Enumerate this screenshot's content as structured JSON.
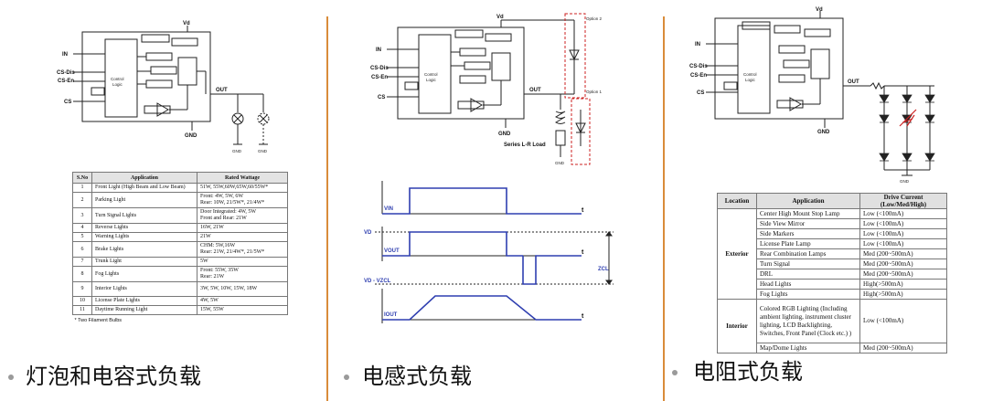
{
  "panel1": {
    "schematic": {
      "vd": "Vd",
      "in": "IN",
      "csdis": "CS-Dis",
      "csen": "CS-En",
      "cs": "CS",
      "out": "OUT",
      "gnd": "GND",
      "gnd2": "GND",
      "gnd3": "GND",
      "logic1": "Control",
      "logic2": "Logic"
    },
    "table": {
      "headers": [
        "S.No",
        "Application",
        "Rated Wattage"
      ],
      "rows": [
        {
          "n": "1",
          "app": "Front Light (High Beam and Low Beam)",
          "w": "51W, 55W,60W,65W,60/55W*"
        },
        {
          "n": "2",
          "app": "Parking Light",
          "w": "Front: 4W, 5W, 6W",
          "w2": "Rear:   10W, 21/5W*, 21/4W*"
        },
        {
          "n": "3",
          "app": "Turn Signal Lights",
          "w": "Door Integrated: 4W, 5W",
          "w2": "Front and Rear: 21W"
        },
        {
          "n": "4",
          "app": "Reverse Lights",
          "w": "16W, 21W"
        },
        {
          "n": "5",
          "app": "Warning Lights",
          "w": "21W"
        },
        {
          "n": "6",
          "app": "Brake Lights",
          "w": "CHM: 5W,16W",
          "w2": "Rear: 21W, 21/4W*, 21/5W*"
        },
        {
          "n": "7",
          "app": "Trunk Light",
          "w": "5W"
        },
        {
          "n": "8",
          "app": "Fog Lights",
          "w": "Front: 55W, 35W",
          "w2": "Rear:  21W"
        },
        {
          "n": "9",
          "app": "Interior Lights",
          "w": "3W, 5W, 10W, 15W, 18W"
        },
        {
          "n": "10",
          "app": "License Plate Lights",
          "w": "4W, 5W"
        },
        {
          "n": "11",
          "app": "Daytime Running Light",
          "w": "15W, 55W"
        }
      ],
      "note": "* Two Filament Bulbs"
    },
    "caption": "灯泡和电容式负载"
  },
  "panel2": {
    "schematic": {
      "vd": "Vd",
      "in": "IN",
      "csdis": "CS-Dis",
      "csen": "CS-En",
      "cs": "CS",
      "out": "OUT",
      "gnd": "GND",
      "gnd2": "GND",
      "logic1": "Control",
      "logic2": "Logic",
      "option2": "Option 2",
      "option1": "Option 1",
      "load": "Series L-R Load"
    },
    "waveform": {
      "vin": "VIN",
      "vd": "VD",
      "vout": "VOUT",
      "vclamp": "VD - VZCL",
      "zcl": "ZCL",
      "iout": "IOUT",
      "t1": "t",
      "t2": "t",
      "t3": "t"
    },
    "caption": "电感式负载"
  },
  "panel3": {
    "schematic": {
      "vd": "Vd",
      "in": "IN",
      "csdis": "CS-Dis",
      "csen": "CS-En",
      "cs": "CS",
      "out": "OUT",
      "gnd": "GND",
      "gnd2": "GND",
      "logic1": "Control",
      "logic2": "Logic"
    },
    "table": {
      "headers": [
        "Location",
        "Application",
        "Drive Current (Low/Med/High)"
      ],
      "exterior_label": "Exterior",
      "interior_label": "Interior",
      "exterior": [
        {
          "app": "Center High Mount Stop Lamp",
          "d": "Low (<100mA)"
        },
        {
          "app": "Side View Mirror",
          "d": "Low (<100mA)"
        },
        {
          "app": "Side Markers",
          "d": "Low (<100mA)"
        },
        {
          "app": "License Plate Lamp",
          "d": "Low (<100mA)"
        },
        {
          "app": "Rear Combination Lamps",
          "d": "Med (200~500mA)"
        },
        {
          "app": "Turn Signal",
          "d": "Med (200~500mA)"
        },
        {
          "app": "DRL",
          "d": "Med (200~500mA)"
        },
        {
          "app": "Head Lights",
          "d": "High(>500mA)"
        },
        {
          "app": "Fog Lights",
          "d": "High(>500mA)"
        }
      ],
      "interior": [
        {
          "app": "Colored RGB Lighting (Including ambient lighting, instrument cluster lighting, LCD Backlighting, Switches, Front Panel (Clock etc.) )",
          "d": "Low (<100mA)"
        },
        {
          "app": "Map/Dome Lights",
          "d": "Med (200~500mA)"
        }
      ]
    },
    "caption": "电阻式负载"
  },
  "colors": {
    "divider": "#d98c3a",
    "load_box": "#cc2222",
    "bullet": "#9a9a9a"
  }
}
